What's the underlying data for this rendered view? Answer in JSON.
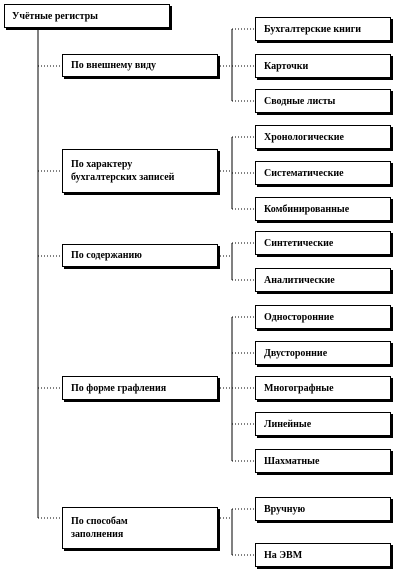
{
  "root": {
    "label": "Учётные регистры"
  },
  "categories": [
    {
      "label": "По внешнему виду",
      "items": [
        "Бухгалтерские книги",
        "Карточки",
        "Сводные листы"
      ]
    },
    {
      "label": "По характеру\nбухгалтерских записей",
      "items": [
        "Хронологические",
        "Систематические",
        "Комбинированные"
      ]
    },
    {
      "label": "По содержанию",
      "items": [
        "Синтетические",
        "Аналитические"
      ]
    },
    {
      "label": "По форме графления",
      "items": [
        "Односторонние",
        "Двусторонние",
        "Многографные",
        "Линейные",
        "Шахматные"
      ]
    },
    {
      "label": "По способам\nзаполнения",
      "items": [
        "Вручную",
        "На ЭВМ"
      ]
    }
  ]
}
